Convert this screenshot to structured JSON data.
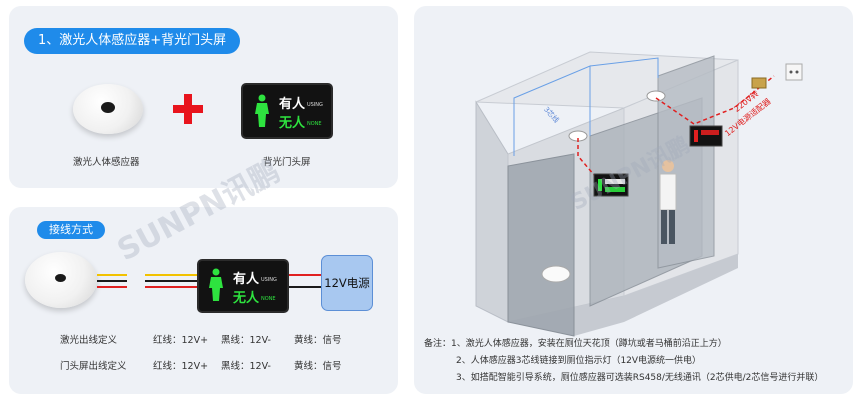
{
  "section1": {
    "title": "1、激光人体感应器+背光门头屏",
    "sensor_label": "激光人体感应器",
    "screen_label": "背光门头屏"
  },
  "door_screen": {
    "occupied": "有人",
    "occupied_en": "USING",
    "vacant": "无人",
    "vacant_en": "NONE"
  },
  "section2": {
    "title": "接线方式",
    "power_label": "12V电源",
    "rows": [
      {
        "name": "激光出线定义",
        "red": "红线：12V+",
        "black": "黑线：12V-",
        "yellow": "黄线：信号"
      },
      {
        "name": "门头屏出线定义",
        "red": "红线：12V+",
        "black": "黑线：12V-",
        "yellow": "黄线：信号"
      }
    ]
  },
  "section3": {
    "callouts": {
      "three_core": "3芯线",
      "power_line": "220V转",
      "adapter": "12V电源适配器"
    },
    "notes": [
      "备注：1、激光人体感应器，安装在厕位天花顶（蹲坑或者马桶前沿正上方）",
      "2、人体感应器3芯线链接到厕位指示灯（12V电源统一供电）",
      "3、如搭配智能引导系统，厕位感应器可选装RS458/无线通讯（2芯供电/2芯信号进行并联）"
    ]
  },
  "watermark": "SUNPN讯鹏",
  "colors": {
    "accent": "#1f8bea",
    "panel": "#eef1f6",
    "green": "#2ee33f",
    "red_wire": "#e02020",
    "yellow_wire": "#f2c200",
    "plus": "#e8141d",
    "power_box": "#a8c8f0"
  }
}
